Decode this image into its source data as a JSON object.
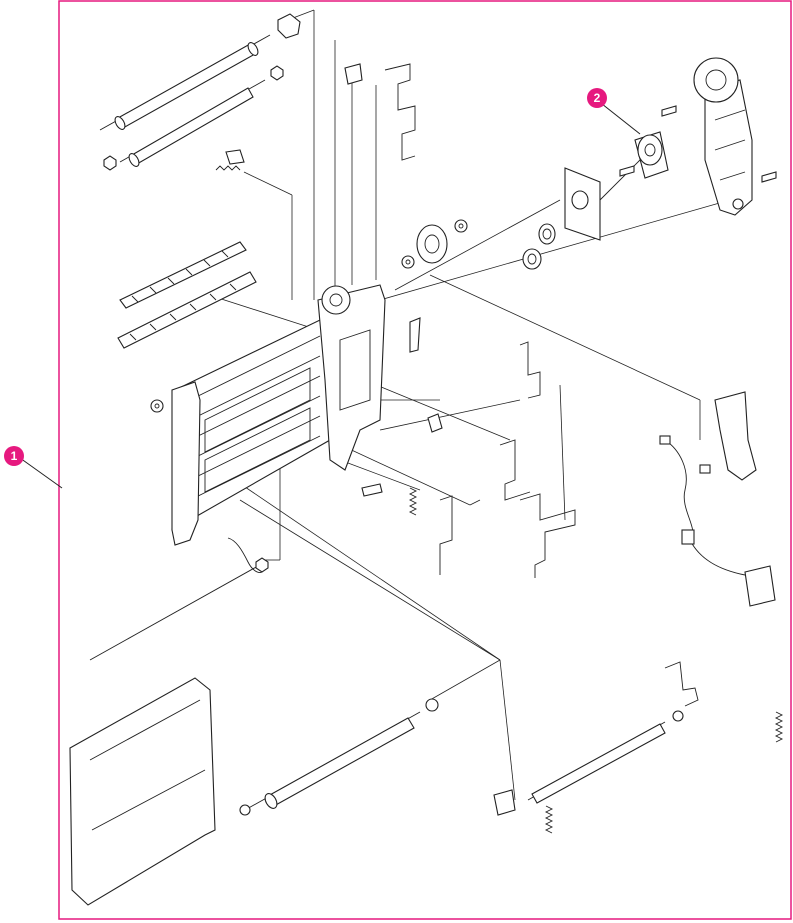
{
  "diagram": {
    "frame_color": "#e6197f",
    "callout_color": "#e6197f",
    "callouts": [
      {
        "id": "callout-1",
        "label": "1"
      },
      {
        "id": "callout-2",
        "label": "2"
      }
    ]
  }
}
